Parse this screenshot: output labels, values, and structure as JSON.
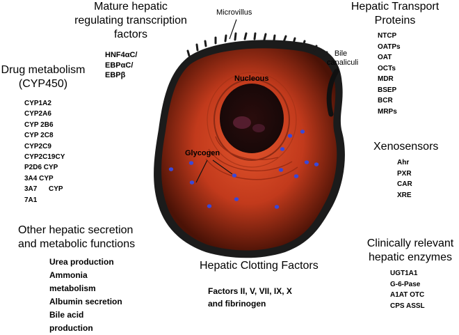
{
  "sections": {
    "mature_hepatic": {
      "title_lines": [
        "Mature hepatic",
        "regulating transcription",
        "factors"
      ],
      "items": [
        "HNF4αC/",
        "EBPαC/",
        "EBPβ"
      ]
    },
    "drug_metabolism": {
      "title_lines": [
        "Drug metabolism",
        "(CYP450)"
      ],
      "items": [
        "CYP1A2",
        "CYP2A6",
        "CYP 2B6",
        "CYP 2C8",
        "CYP2C9",
        "CYP2C19CY",
        "P2D6 CYP",
        "3A4 CYP",
        "3A7      CYP",
        "7A1"
      ]
    },
    "hepatic_transport": {
      "title_lines": [
        "Hepatic Transport",
        "Proteins"
      ],
      "items": [
        "NTCP",
        "OATPs",
        "OAT",
        "OCTs",
        "MDR",
        "BSEP",
        "BCR",
        "MRPs"
      ]
    },
    "xenosensors": {
      "title": "Xenosensors",
      "items": [
        "Ahr",
        "PXR",
        "CAR",
        "XRE"
      ]
    },
    "other_hepatic": {
      "title_lines": [
        "Other hepatic secretion",
        "and metabolic functions"
      ],
      "items": [
        "Urea production",
        "Ammonia",
        "metabolism",
        "Albumin secretion",
        "Bile acid",
        "production"
      ]
    },
    "clotting": {
      "title": "Hepatic Clotting Factors",
      "text_lines": [
        "Factors II, V, VII, IX, X",
        "and fibrinogen"
      ]
    },
    "clinically_relevant": {
      "title_lines": [
        "Clinically relevant",
        "hepatic enzymes"
      ],
      "items": [
        "UGT1A1",
        "G-6-Pase",
        "A1AT OTC",
        "CPS ASSL"
      ]
    }
  },
  "cell_labels": {
    "microvillus": "Microvillus",
    "bile_canaliculi_lines": [
      "Bile",
      "canaliculi"
    ],
    "nucleus": "Nucleous",
    "glycogen": "Glycogen"
  },
  "colors": {
    "cytoplasm_center": "#e2542c",
    "cytoplasm_mid": "#c23a1c",
    "cytoplasm_edge": "#4a1206",
    "membrane": "#1b1b1b",
    "nucleus_dark": "#160808",
    "nucleus_ring": "#8c2a14",
    "glycogen_dot": "#3a48d8"
  }
}
